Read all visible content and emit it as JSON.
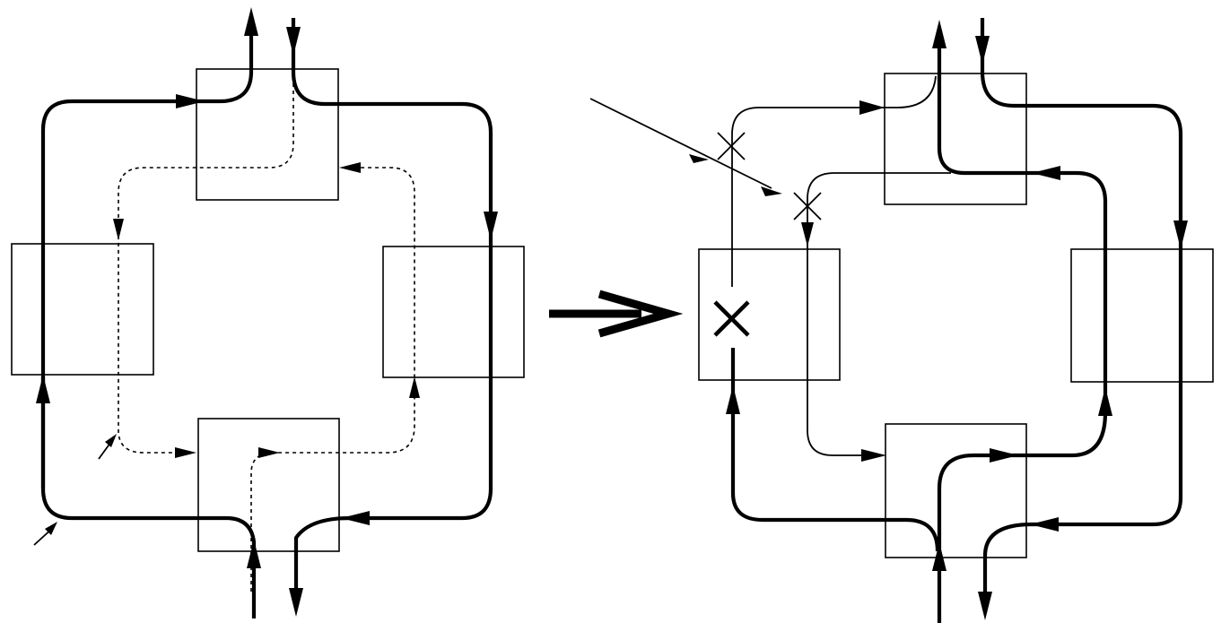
{
  "diagram": {
    "panels": [
      {
        "id": "before",
        "nodes": [
          "top",
          "left",
          "right",
          "bottom"
        ],
        "thick_ring": "clockwise",
        "dashed_ring": "counter-clockwise",
        "pointer_markers": 2
      },
      {
        "id": "after",
        "nodes": [
          "top",
          "left",
          "right",
          "bottom"
        ],
        "failed_node": "left",
        "cut_links": 2,
        "pointer_markers": 1
      }
    ],
    "transition": "right-arrow",
    "colors": {
      "ink": "#000000",
      "background": "#ffffff"
    },
    "icons": [
      "cross-icon",
      "arrow-icon"
    ]
  }
}
